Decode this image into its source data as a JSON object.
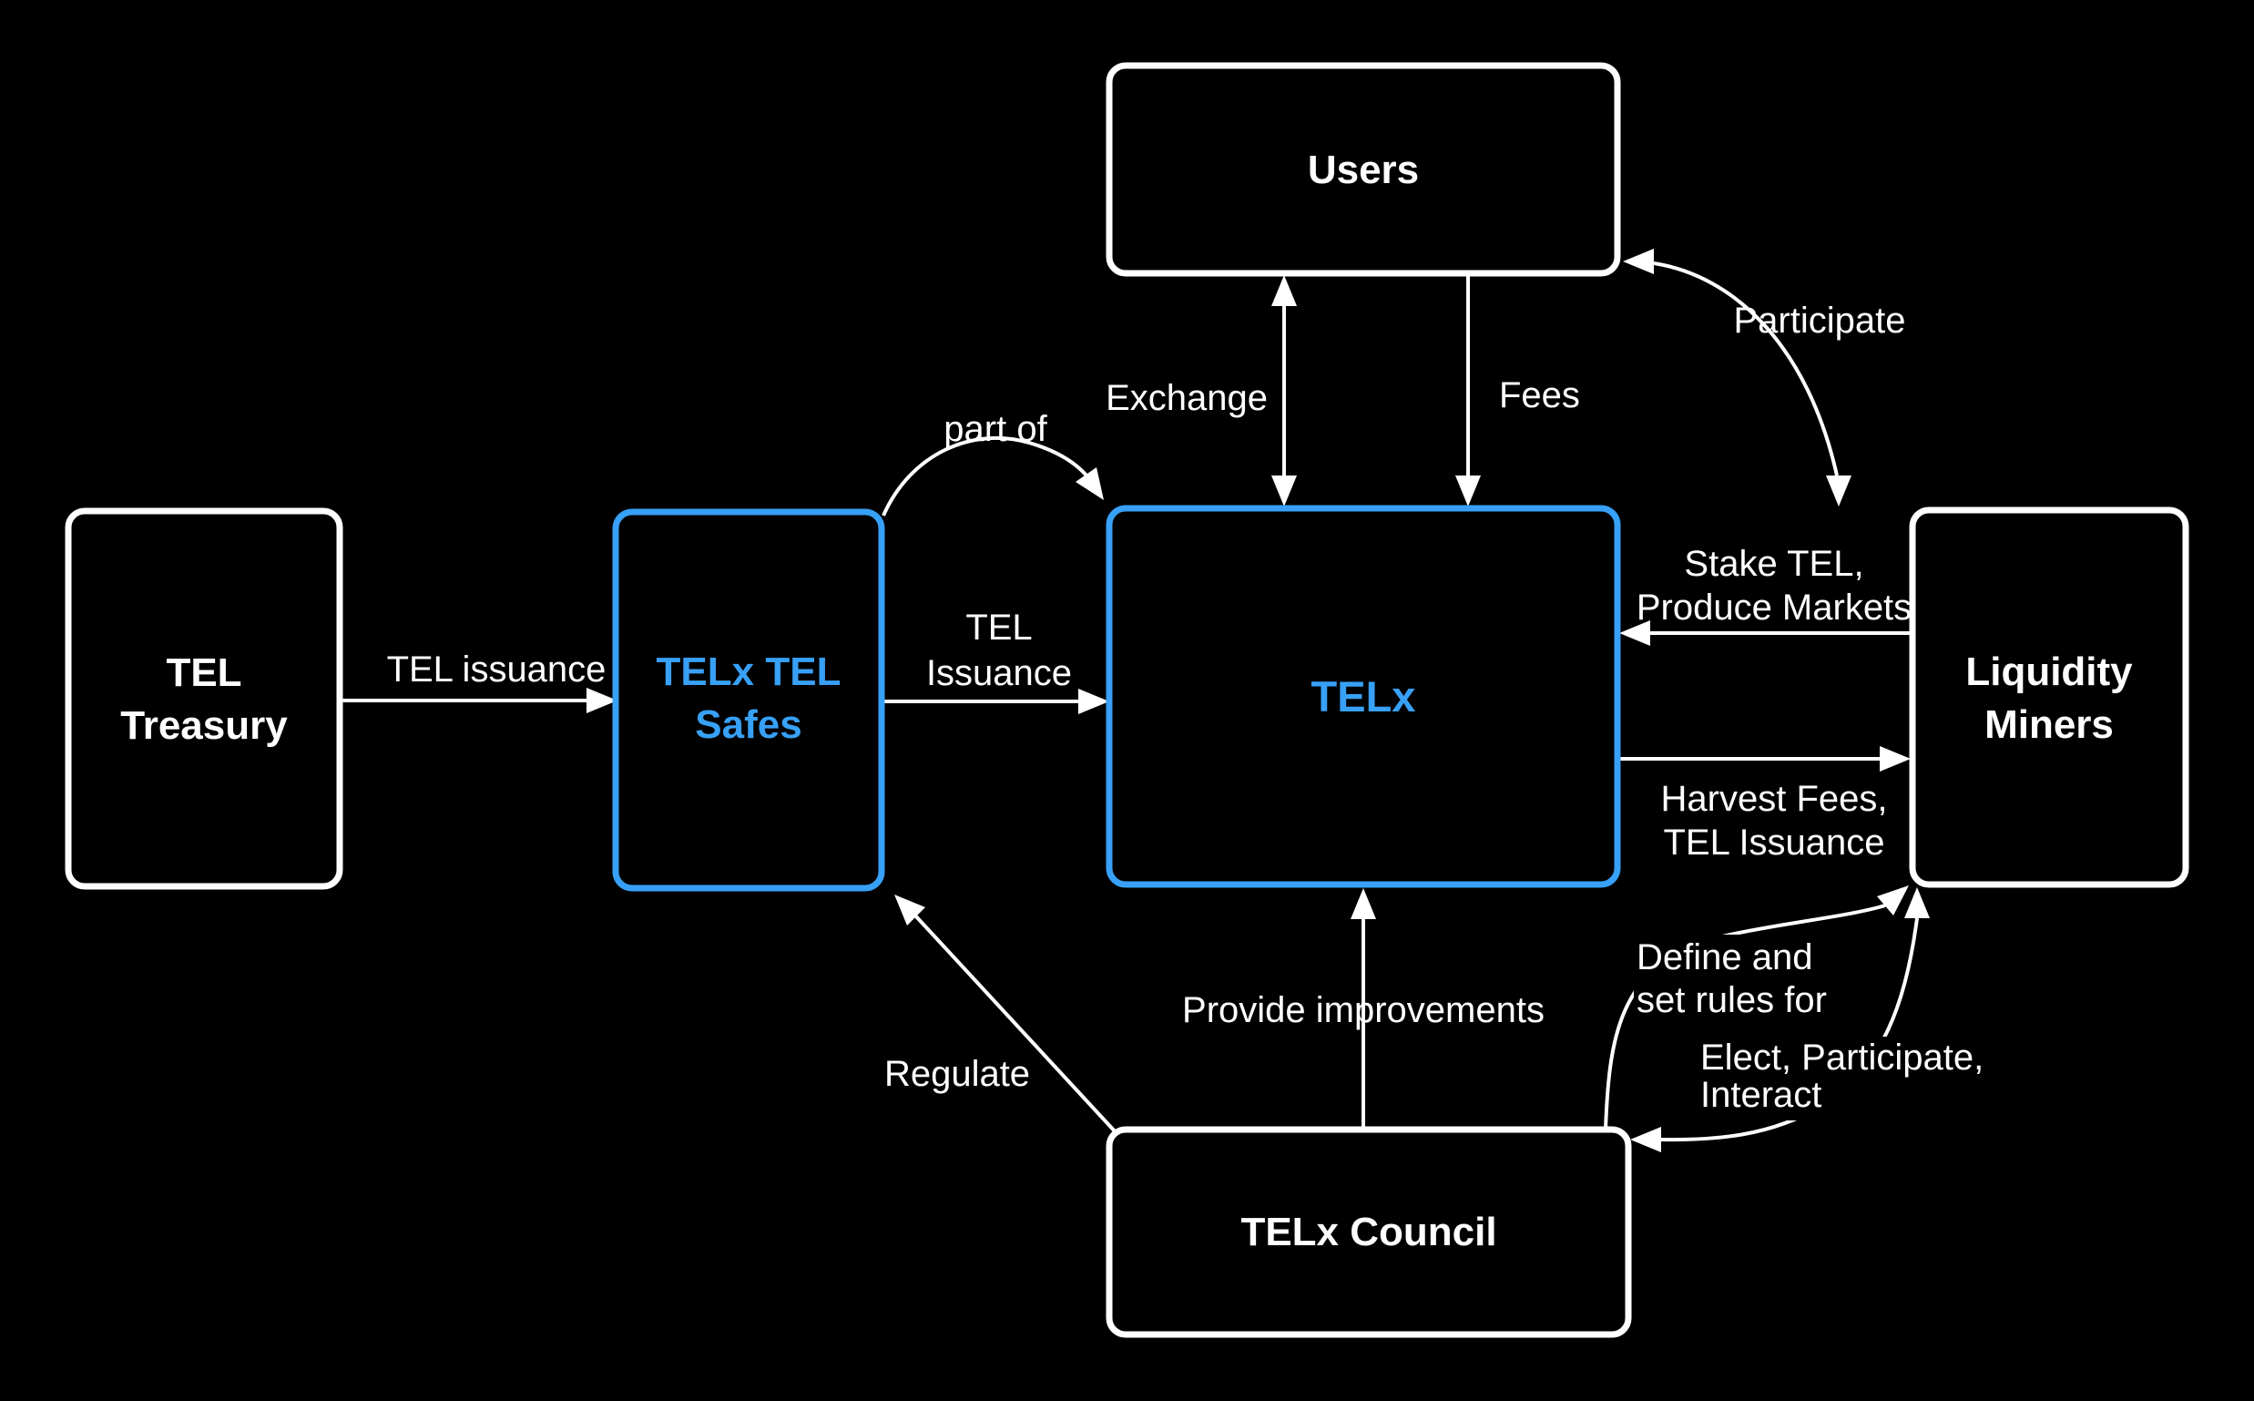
{
  "colors": {
    "background": "#000000",
    "accent_blue": "#38a0f6",
    "box_border": "#ffffff",
    "text": "#ffffff"
  },
  "nodes": {
    "users": {
      "label": "Users"
    },
    "tel_treasury": {
      "line1": "TEL",
      "line2": "Treasury"
    },
    "telx_tel_safes": {
      "line1": "TELx TEL",
      "line2": "Safes"
    },
    "telx": {
      "label": "TELx"
    },
    "liquidity_miners": {
      "line1": "Liquidity",
      "line2": "Miners"
    },
    "telx_council": {
      "label": "TELx Council"
    }
  },
  "edges": {
    "treasury_to_safes": {
      "label": "TEL issuance",
      "from": "tel_treasury",
      "to": "telx_tel_safes",
      "bidirectional": false
    },
    "safes_part_of_telx": {
      "label": "part of",
      "from": "telx_tel_safes",
      "to": "telx",
      "bidirectional": false
    },
    "safes_to_telx": {
      "line1": "TEL",
      "line2": "Issuance",
      "from": "telx_tel_safes",
      "to": "telx",
      "bidirectional": false
    },
    "users_exchange_telx": {
      "label": "Exchange",
      "from": "users",
      "to": "telx",
      "bidirectional": true
    },
    "users_fees_telx": {
      "label": "Fees",
      "from": "users",
      "to": "telx",
      "bidirectional": false
    },
    "miners_participate_users": {
      "label": "Participate",
      "from": "liquidity_miners",
      "to": "users",
      "bidirectional": true
    },
    "miners_stake_telx": {
      "line1": "Stake TEL,",
      "line2": "Produce Markets",
      "from": "liquidity_miners",
      "to": "telx",
      "bidirectional": false
    },
    "telx_harvest_miners": {
      "line1": "Harvest Fees,",
      "line2": "TEL Issuance",
      "from": "telx",
      "to": "liquidity_miners",
      "bidirectional": false
    },
    "council_regulate_safes": {
      "label": "Regulate",
      "from": "telx_council",
      "to": "telx_tel_safes",
      "bidirectional": false
    },
    "council_provide_telx": {
      "label": "Provide improvements",
      "from": "telx_council",
      "to": "telx",
      "bidirectional": false
    },
    "council_define_miners": {
      "line1": "Define and",
      "line2": "set rules for",
      "from": "telx_council",
      "to": "liquidity_miners",
      "bidirectional": false
    },
    "miners_elect_council": {
      "line1": "Elect, Participate,",
      "line2": "Interact",
      "from": "liquidity_miners",
      "to": "telx_council",
      "bidirectional": true
    }
  }
}
